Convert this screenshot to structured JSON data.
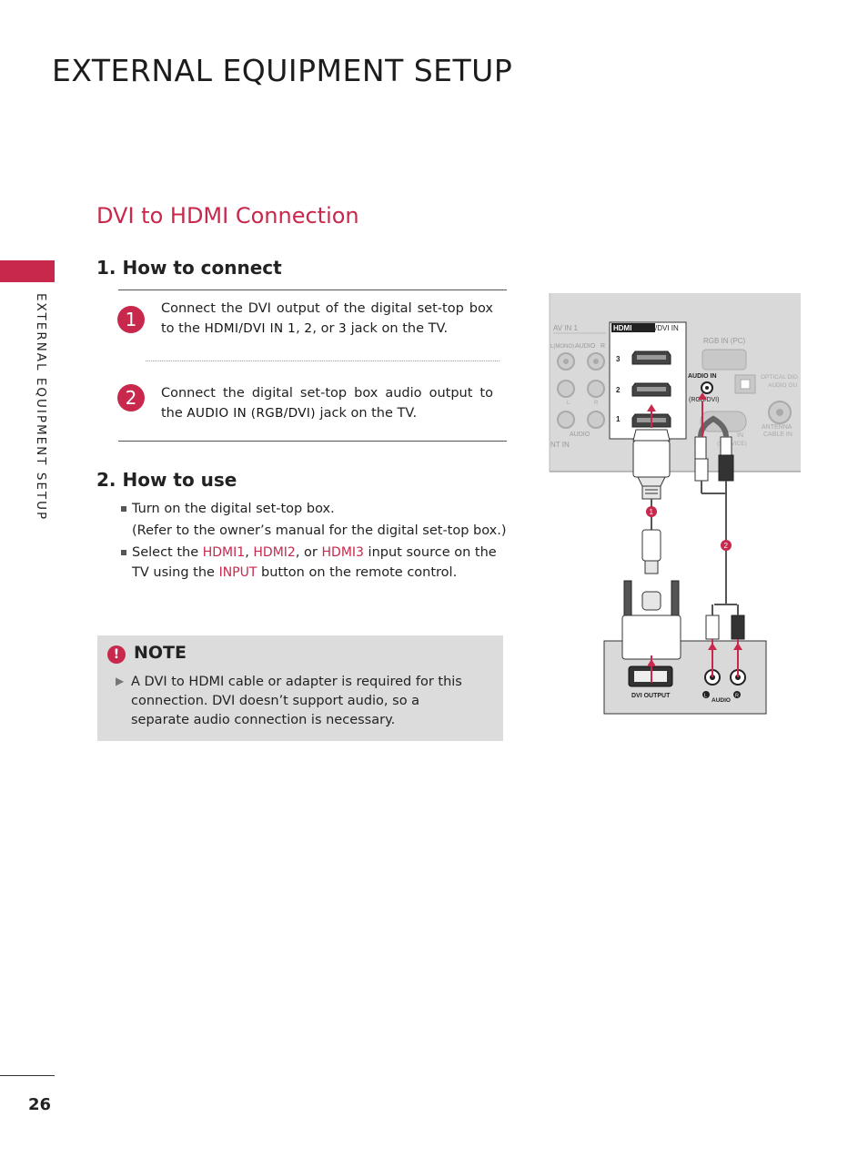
{
  "page_title": "EXTERNAL EQUIPMENT SETUP",
  "side_label": "EXTERNAL EQUIPMENT SETUP",
  "section_title": "DVI to HDMI Connection",
  "how_to_connect": {
    "heading": "1. How to connect",
    "steps": [
      {
        "number": "1",
        "pre": "Connect the DVI output of the digital set-top box to the ",
        "kw1": "HDMI/DVI IN 1",
        "sep1": ", ",
        "kw2": "2",
        "sep2": ", or ",
        "kw3": "3",
        "post": " jack on the TV."
      },
      {
        "number": "2",
        "pre": "Connect the digital set-top box audio output to the ",
        "kw1": "AUDIO IN (RGB/DVI)",
        "post": " jack on the TV."
      }
    ]
  },
  "how_to_use": {
    "heading": "2. How to use",
    "line1": "Turn on the digital set-top box.",
    "line2": "(Refer to the owner’s manual for the digital set-top box.)",
    "line3_pre": "Select the ",
    "hdmi1": "HDMI1",
    "comma": ", ",
    "hdmi2": "HDMI2",
    "or": ", or ",
    "hdmi3": "HDMI3",
    "line3_post": " input source on the",
    "line4_pre": "TV using the ",
    "input": "INPUT",
    "line4_post": " button on the remote control."
  },
  "note": {
    "icon": "!",
    "title": "NOTE",
    "arrow": "▶",
    "text": "A DVI to HDMI cable or adapter is required for this connection. DVI doesn’t support audio, so a separate audio connection is necessary."
  },
  "diagram": {
    "av_in_1": "AV IN 1",
    "l_mono": "L(MONO)",
    "audio": "AUDIO",
    "r": "R",
    "l": "L",
    "audio2": "AUDIO",
    "nt_in": "NT IN",
    "hdmi_logo": "HDMI",
    "dvi_in": "/DVI IN",
    "port3": "3",
    "port2": "2",
    "port1": "1",
    "rgb_in": "RGB IN (PC)",
    "audio_in": "AUDIO IN",
    "rgb_dvi": "(RGB/DVI)",
    "optical1": "OPTICAL DIG",
    "optical2": "AUDIO OU",
    "rs_in": "IN",
    "service": "(SERVICE)",
    "antenna": "ANTENNA",
    "cable_in": "CABLE IN",
    "badge1": "1",
    "badge2": "2",
    "dvi_output": "DVI OUTPUT",
    "audio_out": "AUDIO",
    "l_badge": "L",
    "r_badge": "R"
  },
  "page_number": "26",
  "colors": {
    "accent": "#c8284b",
    "note_bg": "#dcdcdc",
    "panel_bg": "#d9d9d9"
  }
}
